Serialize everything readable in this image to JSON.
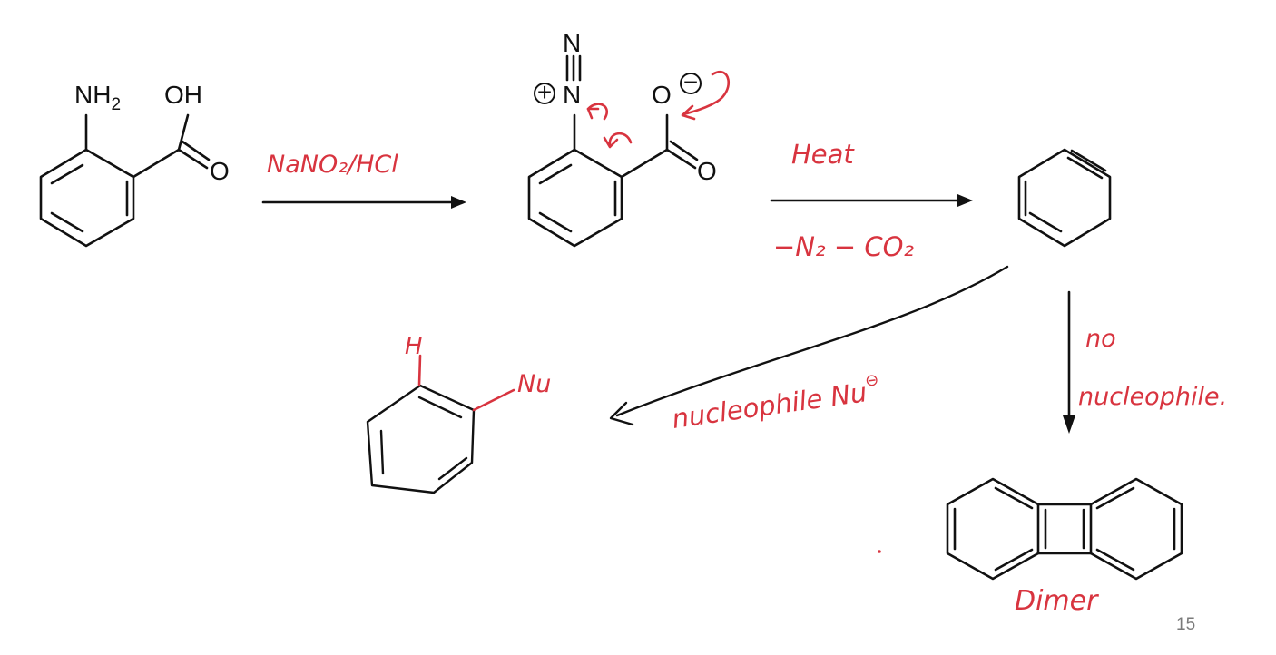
{
  "anthranilic_acid": {
    "amine": "NH",
    "amine_sub": "2",
    "hydroxyl": "OH",
    "carbonyl_o": "O"
  },
  "diazonium": {
    "n_top": "N",
    "n_plus": "N",
    "plus": "+",
    "carboxylate_o": "O",
    "minus": "−",
    "carbonyl_o": "O"
  },
  "step1": {
    "reagent": "NaNO₂/HCl"
  },
  "step2": {
    "condition_top": "Heat",
    "condition_bottom": "−N₂ − CO₂"
  },
  "nucleophile_path": {
    "label": "nucleophile",
    "nu": "Nu",
    "charge": "⊖",
    "product_h": "H",
    "product_nu": "Nu"
  },
  "no_nucleophile_path": {
    "line1": "no",
    "line2": "nucleophile."
  },
  "dimer": {
    "label": "Dimer"
  },
  "page_number": "15",
  "colors": {
    "ink": "#d8343f",
    "structure": "#111111"
  }
}
